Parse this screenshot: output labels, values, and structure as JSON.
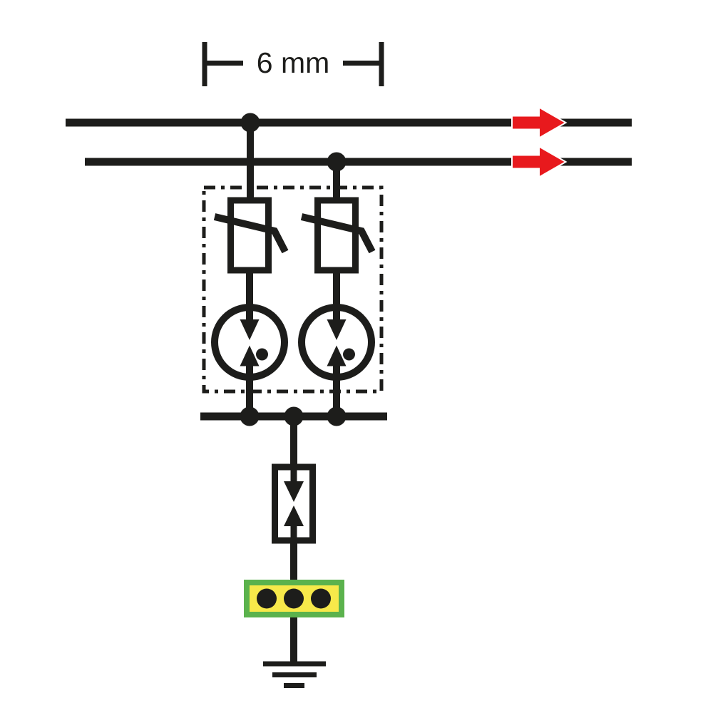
{
  "diagram": {
    "dimension_label": "6 mm",
    "colors": {
      "ink": "#1d1d1b",
      "background": "#ffffff",
      "symbol_fill": "#ffffff",
      "arrow_red": "#e8191d",
      "terminal_green": "#5bb24d",
      "terminal_yellow": "#f7e94a"
    },
    "symbols": {
      "flow_arrow": "current-direction-arrow",
      "left_branch_top": "varistor-symbol",
      "right_branch_top": "varistor-symbol",
      "left_branch_bottom": "triggered-spark-gap-symbol",
      "right_branch_bottom": "triggered-spark-gap-symbol",
      "lower_component": "isolating-spark-gap-symbol",
      "terminal": "pe-terminal-block",
      "bottom": "earth-ground-symbol"
    }
  }
}
